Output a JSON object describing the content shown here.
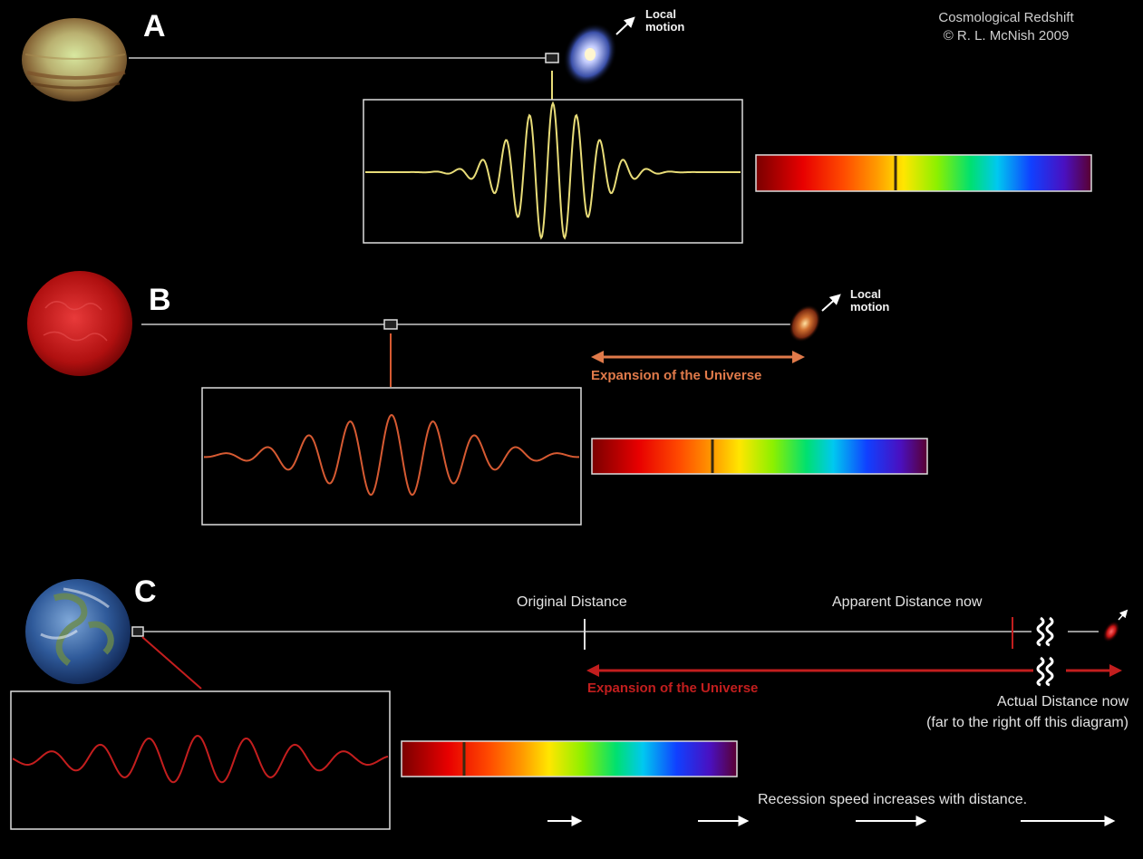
{
  "credit": {
    "line1": "Cosmological Redshift",
    "line2": "© R. L. McNish 2009"
  },
  "panels": [
    {
      "id": "A",
      "letter": "A",
      "local_motion": "Local\nmotion"
    },
    {
      "id": "B",
      "letter": "B",
      "local_motion": "Local\nmotion",
      "expansion_label": "Expansion of the Universe"
    },
    {
      "id": "C",
      "letter": "C",
      "expansion_label": "Expansion of the Universe",
      "original_distance": "Original Distance",
      "apparent_distance": "Apparent Distance now",
      "actual_distance_line1": "Actual Distance now",
      "actual_distance_line2": "(far to the right off this diagram)",
      "recession_note": "Recession speed increases with distance."
    }
  ],
  "colors": {
    "wave_a": "#e8dc78",
    "wave_b": "#d65a32",
    "wave_c": "#c41e1e",
    "expansion_b": "#e07a4a",
    "expansion_c": "#c21e1e",
    "spectral_line": "#3a2a10"
  },
  "icons": {
    "planet_a": "gas-giant-planet",
    "planet_b": "red-star",
    "planet_c": "earth",
    "galaxy": "spiral-galaxy",
    "squiggle": "break-symbol"
  }
}
